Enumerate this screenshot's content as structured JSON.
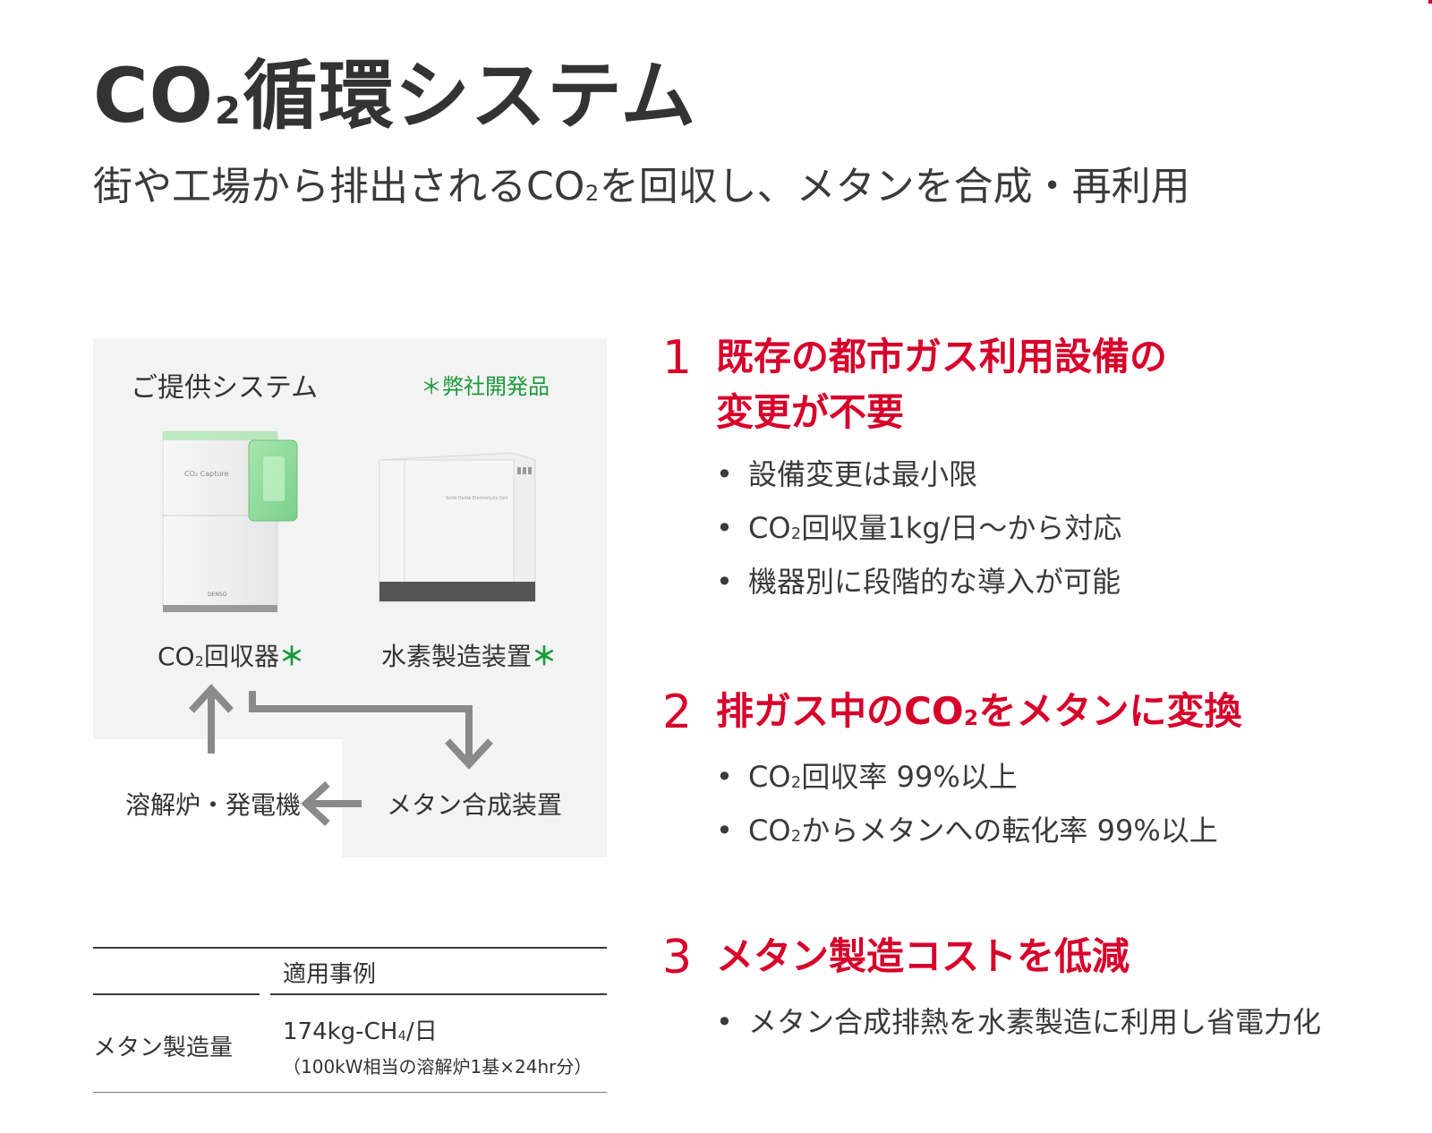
{
  "header": {
    "title_pre": "CO",
    "title_sub": "2",
    "title_post": "循環システム",
    "subtitle_pre": "街や工場から排出されるCO",
    "subtitle_sub": "2",
    "subtitle_post": "を回収し、メタンを合成・再利用"
  },
  "diagram": {
    "panel_title": "ご提供システム",
    "panel_note": "＊弊社開発品",
    "capture_device_text": "CO₂ Capture",
    "capture_device_brand": "DENSO",
    "soec_device_text": "Solid Oxide Electrolysis Cell",
    "devices": [
      {
        "label_pre": "CO",
        "label_sub": "2",
        "label_post": "回収器",
        "star": "＊"
      },
      {
        "label": "水素製造装置",
        "star": "＊"
      }
    ],
    "flow_methanation": "メタン合成装置",
    "flow_furnace": "溶解炉・発電機",
    "colors": {
      "panel_bg": "#f3f3f3",
      "arrow": "#8a8a8a",
      "accent_green": "#1a9a3a",
      "device_green": "#8fdc9a"
    }
  },
  "features": [
    {
      "number": "1",
      "title_lines": [
        "既存の都市ガス利用設備の",
        "変更が不要"
      ],
      "bullets": [
        {
          "text": "設備変更は最小限"
        },
        {
          "pre": "CO",
          "sub": "2",
          "post": "回収量1kg/日～から対応"
        },
        {
          "text": "機器別に段階的な導入が可能"
        }
      ]
    },
    {
      "number": "2",
      "title_pre": "排ガス中のCO",
      "title_sub": "2",
      "title_post": "をメタンに変換",
      "bullets": [
        {
          "pre": "CO",
          "sub": "2",
          "post": "回収率 99%以上"
        },
        {
          "pre": "CO",
          "sub": "2",
          "post": "からメタンへの転化率 99%以上"
        }
      ]
    },
    {
      "number": "3",
      "title": "メタン製造コストを低減",
      "bullets": [
        {
          "text": "メタン合成排熱を水素製造に利用し省電力化"
        }
      ]
    }
  ],
  "table": {
    "header": "適用事例",
    "row_label": "メタン製造量",
    "value_pre": "174kg-CH",
    "value_sub": "4",
    "value_post": "/日",
    "note": "（100kW相当の溶解炉1基×24hr分）"
  },
  "colors": {
    "accent_red": "#d7002a",
    "text": "#3a3a3a"
  }
}
